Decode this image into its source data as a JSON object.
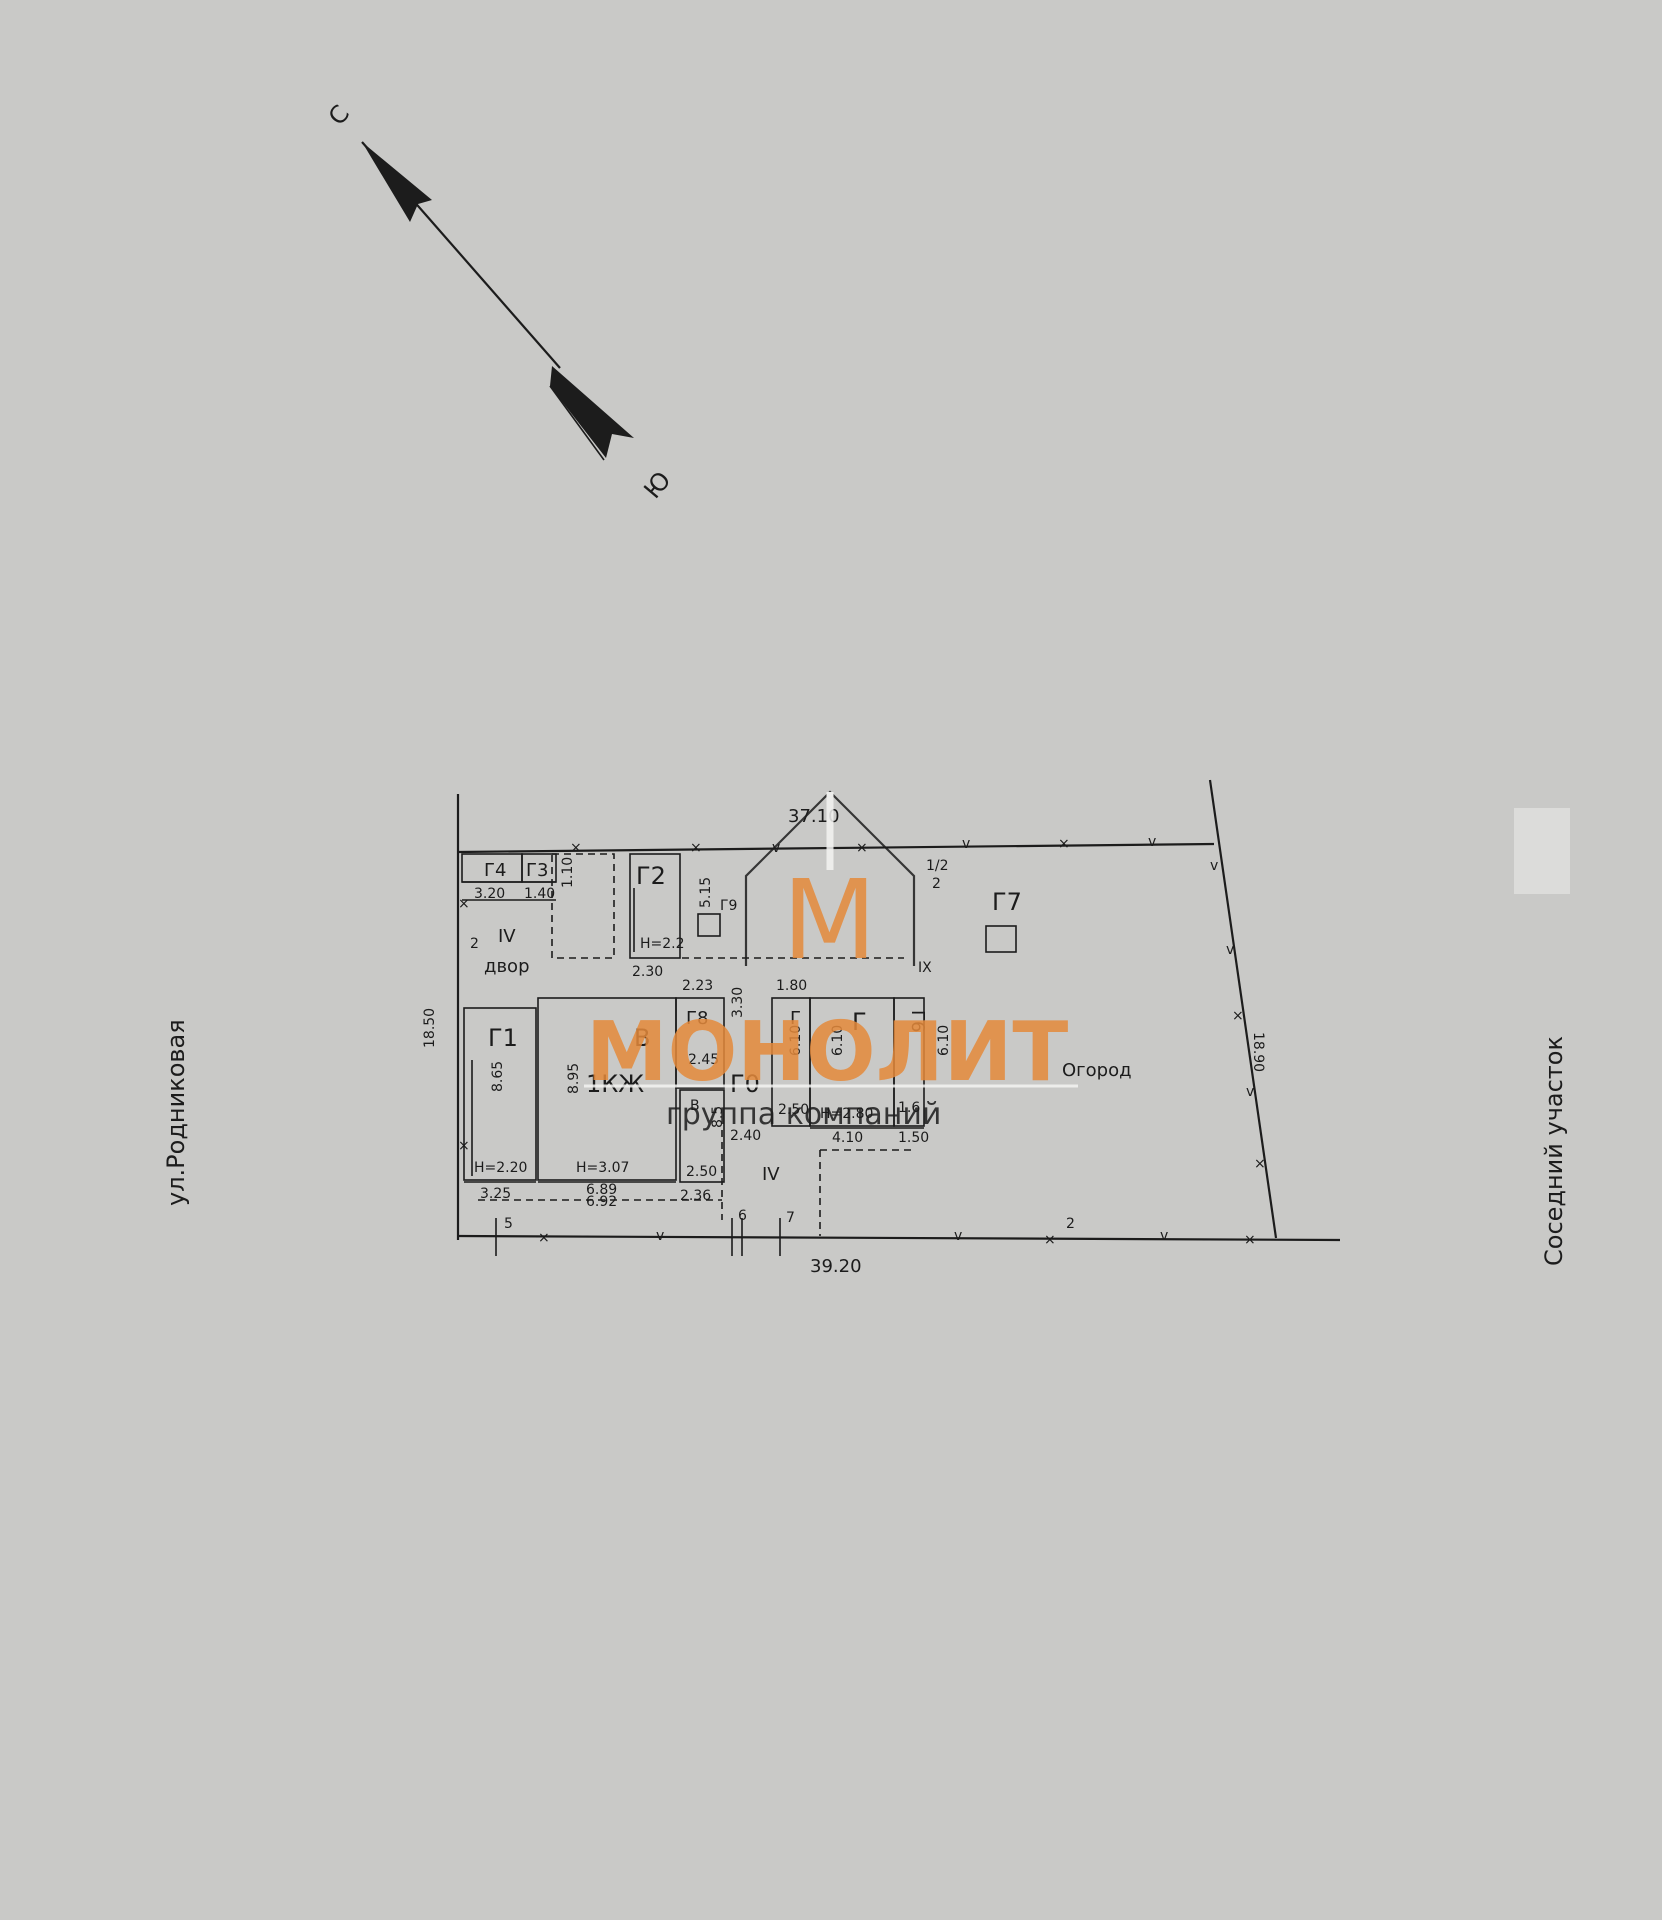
{
  "compass": {
    "north": "С",
    "south": "Ю"
  },
  "streets": {
    "west": "ул.Родниковая",
    "east": "Соседний участок"
  },
  "yard_labels": {
    "yard": "двор",
    "garden": "Огород"
  },
  "dimensions": {
    "top_length": "37.10",
    "bottom_length": "39.20",
    "left_width": "18.50",
    "right_width": "18.90",
    "g4_w": "3.20",
    "g3_w": "1.40",
    "g3_h": "1.10",
    "g2_h": "5.15",
    "g2_hgt": "H=2.2",
    "g2_w": "2.30",
    "g8_w": "2.23",
    "g8_inner": "2.45",
    "g8_h": "3.30",
    "g_top": "1.80",
    "g1_h": "8.65",
    "g1_hgt": "H=2.20",
    "g1_w": "3.25",
    "main_h": "8.95",
    "main_hgt": "H=3.07",
    "main_w1": "6.89",
    "main_w2": "6.92",
    "vb_w": "2.50",
    "vb_h": "8.5",
    "vb_bottom": "2.36",
    "g0_w": "2.40",
    "g_left_h": "6.10",
    "g_mid_h": "6.10",
    "g_right_h": "6.10",
    "g_w1": "2.50",
    "g_w2": "H=2.80",
    "g_w3": "4.10",
    "g_w4": "1.50",
    "g_w5": "1.6",
    "seg_5": "5",
    "seg_6": "6",
    "seg_7": "7",
    "pt_2a": "2",
    "pt_2b": "2",
    "pt_2c": "2",
    "pt_half": "1/2"
  },
  "buildings": {
    "g1": "Г1",
    "g2": "Г2",
    "g3": "Г3",
    "g4": "Г4",
    "g6": "Г6",
    "g7": "Г7",
    "g8": "Г8",
    "g9": "Г9",
    "g0": "Г0",
    "g_a": "Г",
    "g_b": "Г",
    "main": "1КЖ",
    "v_main": "В",
    "v_small": "В",
    "zone_iv_a": "IV",
    "zone_iv_b": "IV",
    "zone_ix": "IX"
  },
  "watermark": {
    "letter": "М",
    "brand": "МОНОЛИТ",
    "subtitle": "группа компаний"
  }
}
